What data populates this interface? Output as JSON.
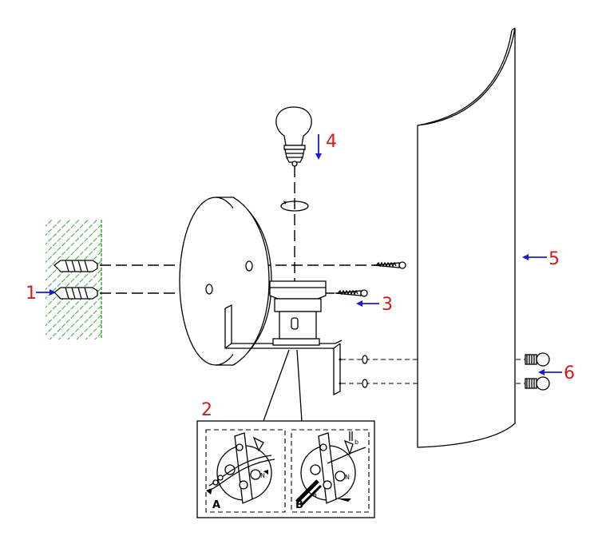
{
  "callouts": {
    "c1": "1",
    "c2": "2",
    "c3": "3",
    "c4": "4",
    "c5": "5",
    "c6": "6"
  },
  "detail": {
    "panel_a": "A",
    "panel_b": "B",
    "a_letter": "a",
    "b_letter": "b",
    "n_mark": "N"
  },
  "colors": {
    "callout_text": "#c81e1e",
    "arrow": "#1b1bd6",
    "wall_hatch": "#3aa83a",
    "line": "#000000"
  }
}
